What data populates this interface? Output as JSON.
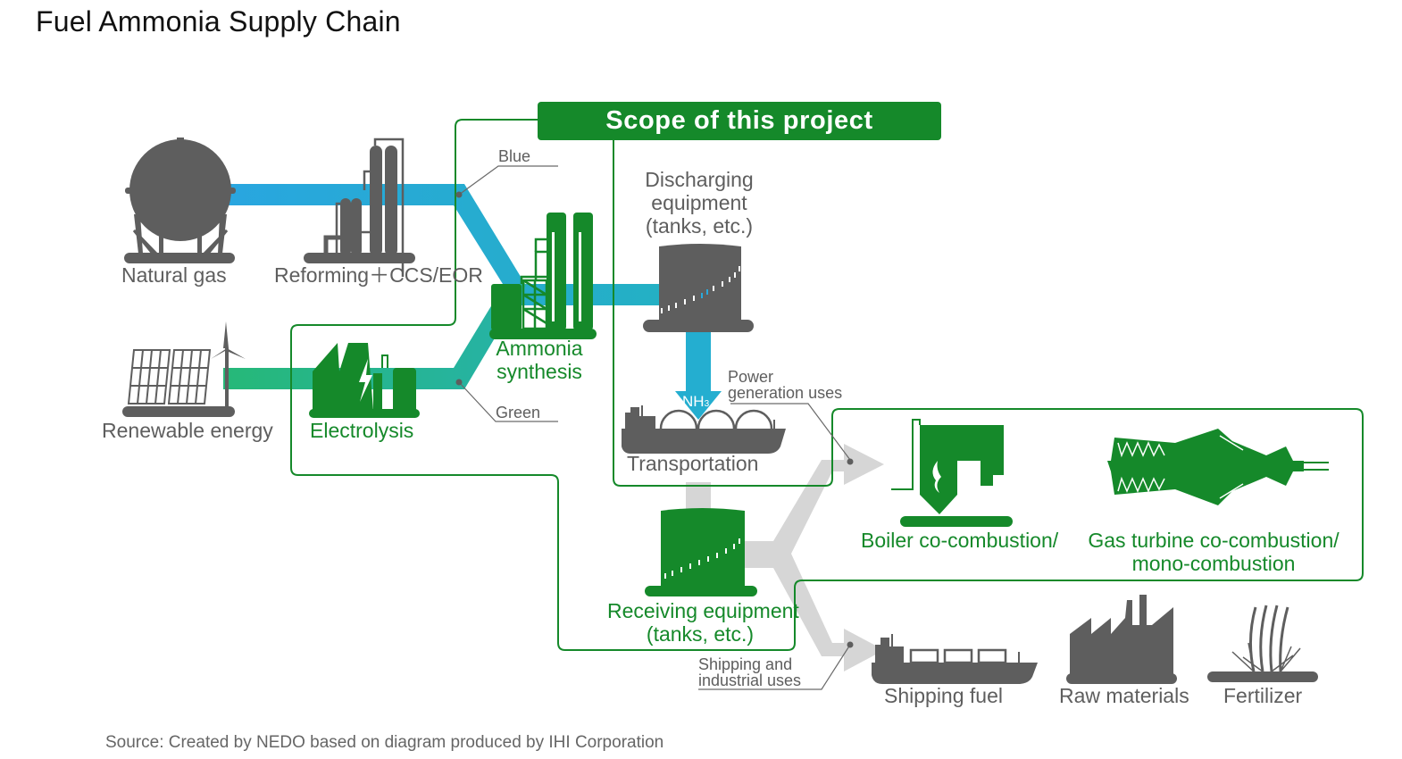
{
  "title": "Fuel Ammonia Supply Chain",
  "scope_label": "Scope of this project",
  "colors": {
    "blue_route": "#29a9dc",
    "green_route": "#26b57a",
    "project_green": "#15892a",
    "icon_gray": "#5e5e5e",
    "flow_gray": "#d6d6d6"
  },
  "sources": {
    "natural_gas": "Natural gas",
    "reforming": "Reforming＋CCS/EOR",
    "renewable": "Renewable energy",
    "electrolysis": "Electrolysis"
  },
  "routes": {
    "blue": "Blue",
    "green": "Green"
  },
  "synthesis": {
    "line1": "Ammonia",
    "line2": "synthesis"
  },
  "discharging": {
    "line1": "Discharging",
    "line2": "equipment",
    "line3": "(tanks, etc.)"
  },
  "nh3": "NH",
  "nh3_sub": "3",
  "transportation": "Transportation",
  "receiving": {
    "line1": "Receiving equipment",
    "line2": "(tanks, etc.)"
  },
  "power_uses": {
    "line1": "Power",
    "line2": "generation uses"
  },
  "boiler": "Boiler co-combustion/",
  "gas_turbine": {
    "line1": "Gas turbine co-combustion/",
    "line2": "mono-combustion"
  },
  "shipping_uses": {
    "line1": "Shipping and",
    "line2": "industrial uses"
  },
  "end_uses": {
    "shipping_fuel": "Shipping fuel",
    "raw_materials": "Raw materials",
    "fertilizer": "Fertilizer"
  },
  "source_note": "Source: Created by NEDO based on diagram produced by IHI Corporation"
}
